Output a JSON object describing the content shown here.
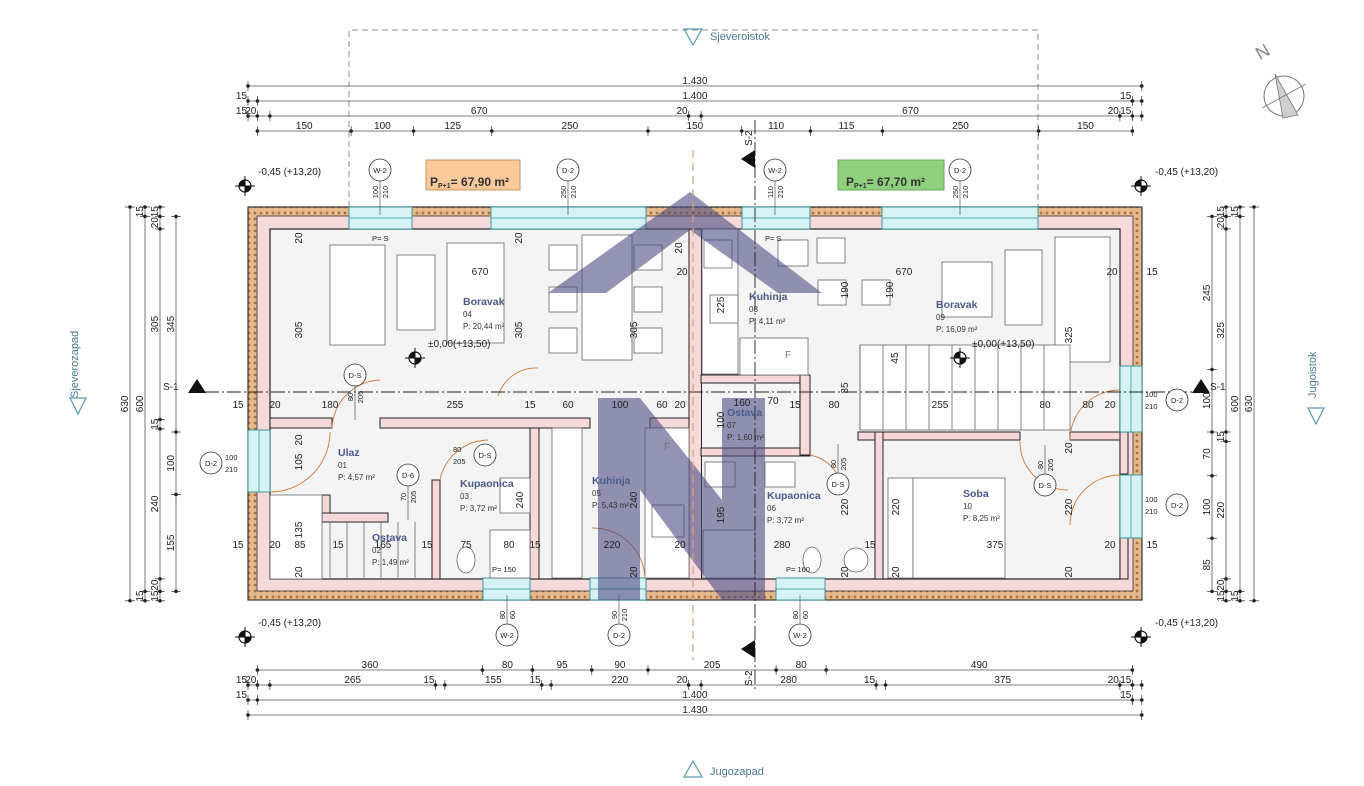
{
  "orientation": {
    "top": "Sjeveroistok",
    "bottom": "Jugozapad",
    "left": "Sjeverozapad",
    "right": "Jugoistok",
    "north": "N"
  },
  "area_badges": [
    {
      "label": "P",
      "sub": "P+1",
      "value": "= 67,90 m²",
      "color": "#f9c89b"
    },
    {
      "label": "P",
      "sub": "P+1",
      "value": "= 67,70 m²",
      "color": "#8fd07e"
    }
  ],
  "elevations": {
    "corner": "-0,45 (+13,20)",
    "floor": "±0,00(+13,50)"
  },
  "sections": {
    "horizontal": "S-1",
    "vertical": "S-2"
  },
  "colors": {
    "brick": "#e6b98c",
    "wall": "#f7d9d9",
    "glass": "#d6f2f4",
    "door_swing": "#d07a3a",
    "watermark": "#4b4b82"
  },
  "rooms": [
    {
      "name": "Boravak",
      "number": "04",
      "area": "P: 20,44 m²"
    },
    {
      "name": "Ulaz",
      "number": "01",
      "area": "P: 4,57 m²"
    },
    {
      "name": "Ostava",
      "number": "02",
      "area": "P: 1,49 m²"
    },
    {
      "name": "Kupaonica",
      "number": "03",
      "area": "P:     3,72 m²"
    },
    {
      "name": "Kuhinja",
      "number": "05",
      "area": "P: 5,43 m²"
    },
    {
      "name": "Kuhinja",
      "number": "08",
      "area": "P: 4,11 m²"
    },
    {
      "name": "Ostava",
      "number": "07",
      "area": "P: 1,60 m²"
    },
    {
      "name": "Kupaonica",
      "number": "06",
      "area": "P:     3,72 m²"
    },
    {
      "name": "Boravak",
      "number": "09",
      "area": "P: 16,09 m²"
    },
    {
      "name": "Soba",
      "number": "10",
      "area": "P: 8,25 m²"
    }
  ],
  "dims": {
    "top": [
      [
        "1.430"
      ],
      [
        "15",
        "1.400",
        "15"
      ],
      [
        "15",
        "20",
        "670",
        "20",
        "670",
        "20",
        "15"
      ],
      [
        "150",
        "100",
        "125",
        "250",
        "150",
        "110",
        "115",
        "250",
        "150"
      ]
    ],
    "bottom": [
      [
        "360",
        "80",
        "95",
        "90",
        "205",
        "80",
        "490"
      ],
      [
        "15",
        "20",
        "265",
        "15",
        "155",
        "15",
        "220",
        "20",
        "280",
        "15",
        "375",
        "20",
        "15"
      ],
      [
        "15",
        "1.400",
        "15"
      ],
      [
        "1.430"
      ]
    ],
    "left": [
      [
        "630"
      ],
      [
        "15",
        "600",
        "15"
      ],
      [
        "15",
        "20",
        "305",
        "15",
        "240",
        "20",
        "15"
      ],
      [
        "345",
        "100",
        "155"
      ]
    ],
    "right": [
      [
        "245",
        "100",
        "70",
        "100",
        "85"
      ],
      [
        "15",
        "20",
        "325",
        "15",
        "220",
        "20",
        "15"
      ],
      [
        "15",
        "600",
        "15"
      ],
      [
        "630"
      ]
    ]
  },
  "interior_dims": [
    "670",
    "20",
    "670",
    "20",
    "15",
    "15",
    "20",
    "180",
    "255",
    "15",
    "60",
    "100",
    "60",
    "20",
    "160",
    "70",
    "15",
    "80",
    "255",
    "80",
    "80",
    "20",
    "15",
    "20",
    "85",
    "15",
    "165",
    "15",
    "75",
    "80",
    "15",
    "220",
    "20",
    "280",
    "15",
    "375",
    "20",
    "15",
    "305",
    "305",
    "305",
    "20",
    "20",
    "20",
    "105",
    "135",
    "20",
    "240",
    "240",
    "20",
    "225",
    "190",
    "190",
    "325",
    "45",
    "35",
    "195",
    "220",
    "220",
    "220",
    "20",
    "20",
    "20",
    "100",
    "20",
    "20"
  ],
  "openings": [
    {
      "tag": "W-2",
      "w": "100",
      "h": "210"
    },
    {
      "tag": "D-2",
      "w": "250",
      "h": "210"
    },
    {
      "tag": "W-2",
      "w": "110",
      "h": "210"
    },
    {
      "tag": "D-2",
      "w": "250",
      "h": "210"
    },
    {
      "tag": "D-S",
      "w": "80",
      "h": "205"
    },
    {
      "tag": "D-2",
      "w": "100",
      "h": "210"
    },
    {
      "tag": "D-S",
      "w": "80",
      "h": "205"
    },
    {
      "tag": "D-6",
      "w": "70",
      "h": "205"
    },
    {
      "tag": "W-2",
      "w": "80",
      "h": "60"
    },
    {
      "tag": "D-2",
      "w": "90",
      "h": "210"
    },
    {
      "tag": "W-2",
      "w": "80",
      "h": "60"
    },
    {
      "tag": "D-S",
      "w": "80",
      "h": "205"
    },
    {
      "tag": "D-S",
      "w": "80",
      "h": "205"
    },
    {
      "tag": "D-2",
      "w": "100",
      "h": "210"
    },
    {
      "tag": "D-2",
      "w": "100",
      "h": "210"
    }
  ],
  "sill_labels": [
    "P= S",
    "P= S",
    "P= 150",
    "P= 160"
  ],
  "appliance_labels": [
    "F",
    "F"
  ]
}
